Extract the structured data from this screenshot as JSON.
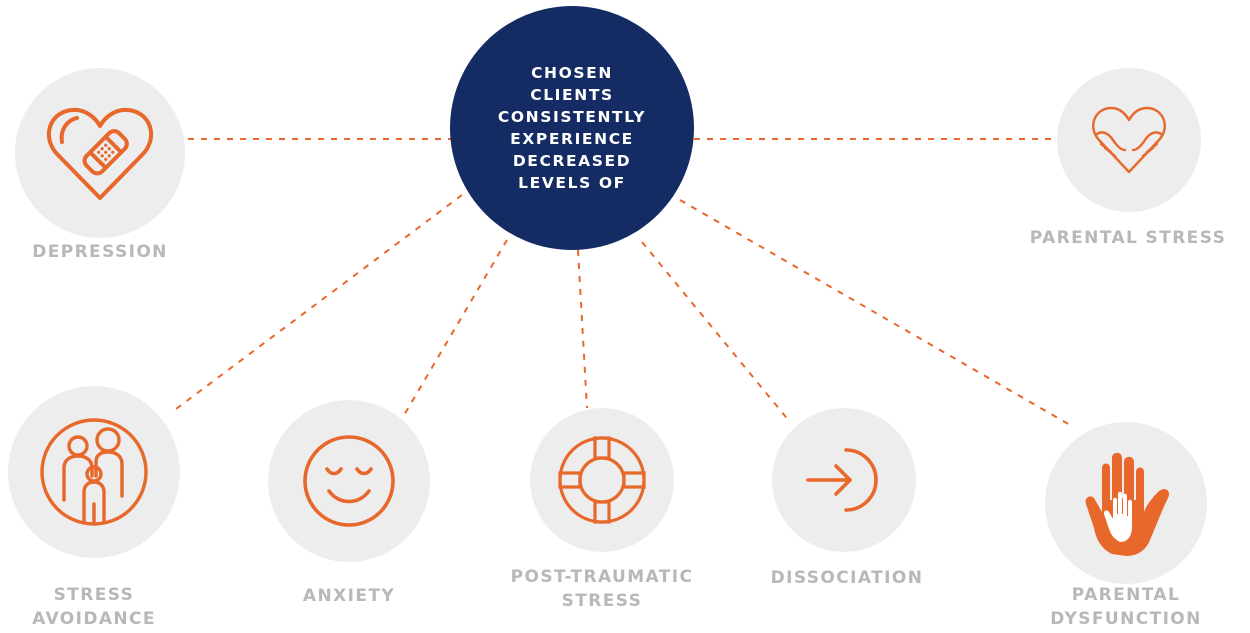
{
  "hub": {
    "lines": [
      "CHOSEN",
      "CLIENTS",
      "CONSISTENTLY",
      "EXPERIENCE",
      "DECREASED",
      "LEVELS OF"
    ],
    "color": "#142b63"
  },
  "colors": {
    "accent": "#e8672a",
    "circle": "#ededed",
    "label": "#b8b8b8"
  },
  "items": [
    {
      "id": "depression",
      "icon": "heart-bandage-icon",
      "label_lines": [
        "DEPRESSION"
      ]
    },
    {
      "id": "parental-stress",
      "icon": "heart-hands-icon",
      "label_lines": [
        "PARENTAL STRESS"
      ]
    },
    {
      "id": "stress-avoidance",
      "icon": "family-icon",
      "label_lines": [
        "STRESS",
        "AVOIDANCE"
      ]
    },
    {
      "id": "anxiety",
      "icon": "smiley-face-icon",
      "label_lines": [
        "ANXIETY"
      ]
    },
    {
      "id": "post-traumatic-stress",
      "icon": "life-ring-icon",
      "label_lines": [
        "POST-TRAUMATIC",
        "STRESS"
      ]
    },
    {
      "id": "dissociation",
      "icon": "sign-in-arrow-icon",
      "label_lines": [
        "DISSOCIATION"
      ]
    },
    {
      "id": "parental-dysfunction",
      "icon": "hand-in-hand-icon",
      "label_lines": [
        "PARENTAL",
        "DYSFUNCTION"
      ]
    }
  ]
}
